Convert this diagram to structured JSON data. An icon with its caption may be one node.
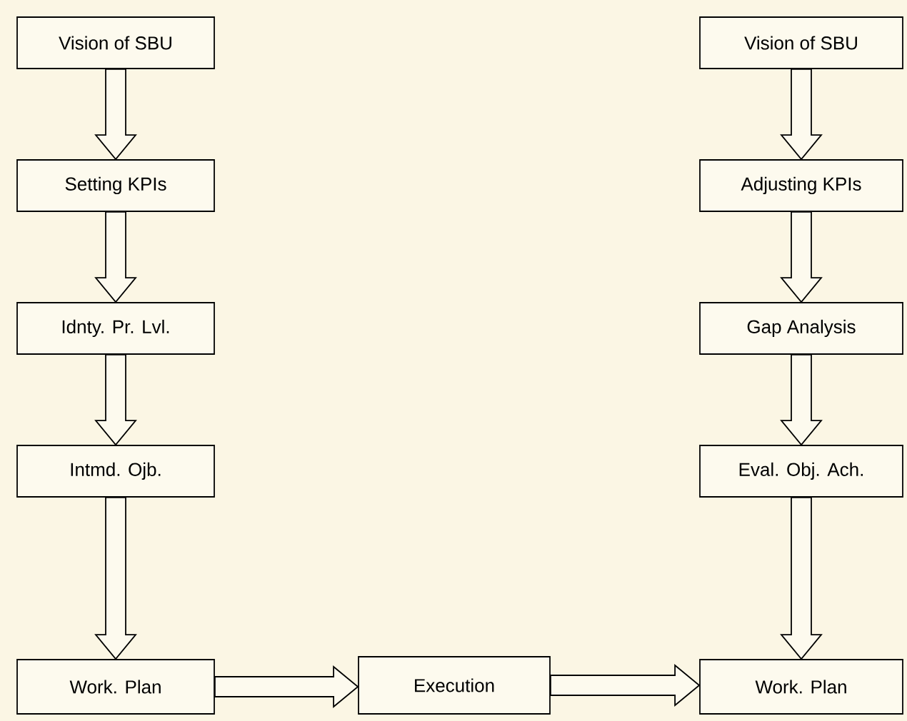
{
  "diagram": {
    "nodes": [
      {
        "text": [
          "Vision of SBU"
        ]
      },
      {
        "text": [
          "Setting KPIs"
        ]
      },
      {
        "text": [
          "Idnty. Pr. Lvl."
        ]
      },
      {
        "text": [
          "Intmd. Ojb."
        ]
      },
      {
        "text": [
          "Work. Plan"
        ]
      },
      {
        "text": [
          "Execution"
        ]
      },
      {
        "text": [
          "Vision of SBU"
        ]
      },
      {
        "text": [
          "Adjusting KPIs"
        ]
      },
      {
        "text": [
          "Gap Analysis"
        ]
      },
      {
        "text": [
          "Eval. Obj. Ach."
        ]
      },
      {
        "text": [
          "Work. Plan"
        ]
      }
    ],
    "edges": [
      {
        "from": 0,
        "to": 1,
        "arrow": "to"
      },
      {
        "from": 1,
        "to": 2,
        "arrow": "to"
      },
      {
        "from": 2,
        "to": 3,
        "arrow": "to"
      },
      {
        "from": 3,
        "to": 4,
        "arrow": "to"
      },
      {
        "from": 4,
        "to": 5,
        "arrow": "to"
      },
      {
        "from": 5,
        "to": 10,
        "arrow": "to"
      },
      {
        "from": 6,
        "to": 7,
        "arrow": "to"
      },
      {
        "from": 7,
        "to": 8,
        "arrow": "to"
      },
      {
        "from": 8,
        "to": 9,
        "arrow": "to"
      },
      {
        "from": 9,
        "to": 10,
        "arrow": "to"
      }
    ]
  }
}
